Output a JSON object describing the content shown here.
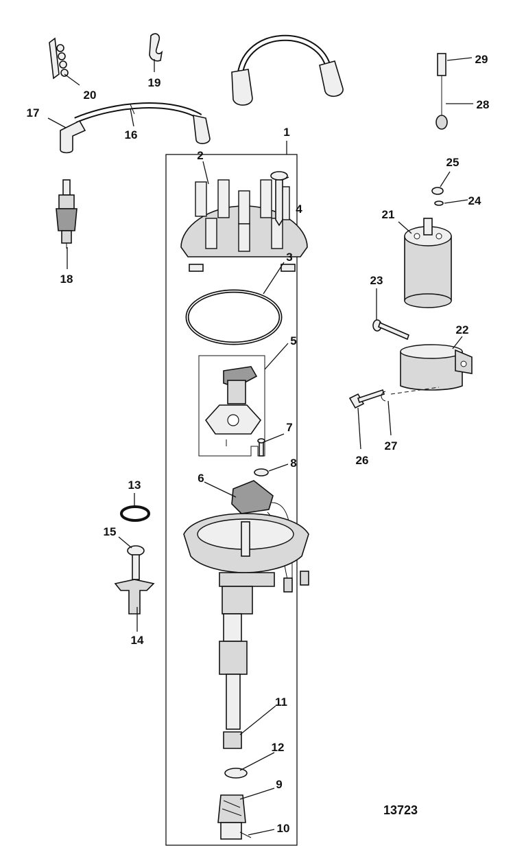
{
  "figure_id": "13723",
  "callouts": {
    "c1": "1",
    "c2": "2",
    "c3": "3",
    "c4": "4",
    "c5": "5",
    "c6": "6",
    "c7": "7",
    "c8": "8",
    "c9": "9",
    "c10": "10",
    "c11": "11",
    "c12": "12",
    "c13": "13",
    "c14": "14",
    "c15": "15",
    "c16": "16",
    "c17": "17",
    "c18": "18",
    "c19": "19",
    "c20": "20",
    "c21": "21",
    "c22": "22",
    "c23": "23",
    "c24": "24",
    "c25": "25",
    "c26": "26",
    "c27": "27",
    "c28": "28",
    "c29": "29"
  }
}
